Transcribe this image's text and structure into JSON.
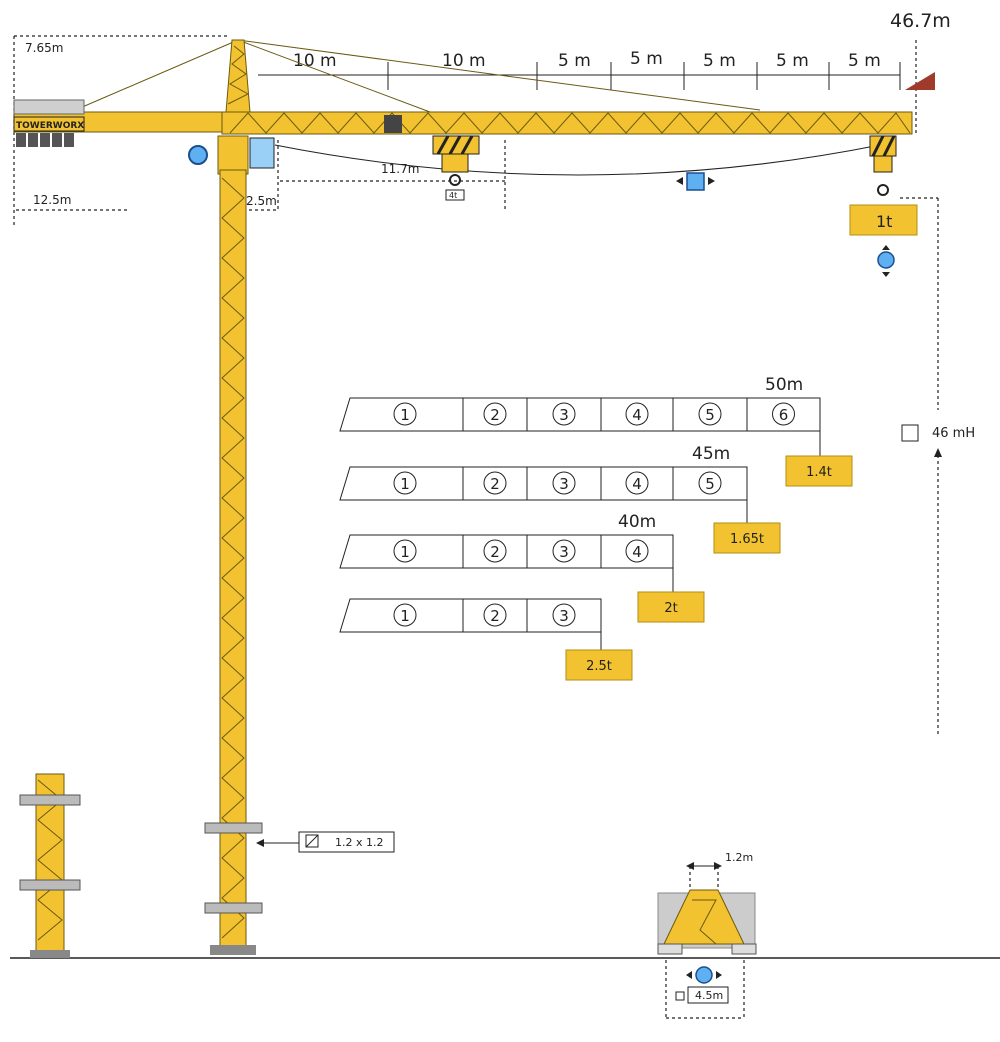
{
  "crane": {
    "max_height_label": "46.7m",
    "top_height_label": "7.65m",
    "counter_jib_label": "12.5m",
    "cab_offset_label": "2.5m",
    "hook_min_radius_label": "11.7m",
    "trolley_load_label": "4t",
    "tip_load_label": "1t",
    "under_hook_label": "46 mH",
    "mast_section_label": "1.2 x 1.2",
    "base_width_label": "1.2m",
    "base_span_label": "4.5m",
    "brand": "TOWERWORX"
  },
  "jib_segments": [
    "10 m",
    "10 m",
    "5 m",
    "5 m",
    "5 m",
    "5 m",
    "5 m"
  ],
  "configurations": [
    {
      "length_label": "50m",
      "sections": [
        "1",
        "2",
        "3",
        "4",
        "5",
        "6"
      ],
      "tip_load": "1.4t"
    },
    {
      "length_label": "45m",
      "sections": [
        "1",
        "2",
        "3",
        "4",
        "5"
      ],
      "tip_load": "1.65t"
    },
    {
      "length_label": "40m",
      "sections": [
        "1",
        "2",
        "3",
        "4"
      ],
      "tip_load": "2t"
    },
    {
      "length_label": "",
      "sections": [
        "1",
        "2",
        "3"
      ],
      "tip_load": "2.5t"
    }
  ],
  "colors": {
    "crane_yellow": "#f2c230",
    "accent_blue": "#5fb0f0",
    "counterweight_red": "#a03a2a"
  }
}
